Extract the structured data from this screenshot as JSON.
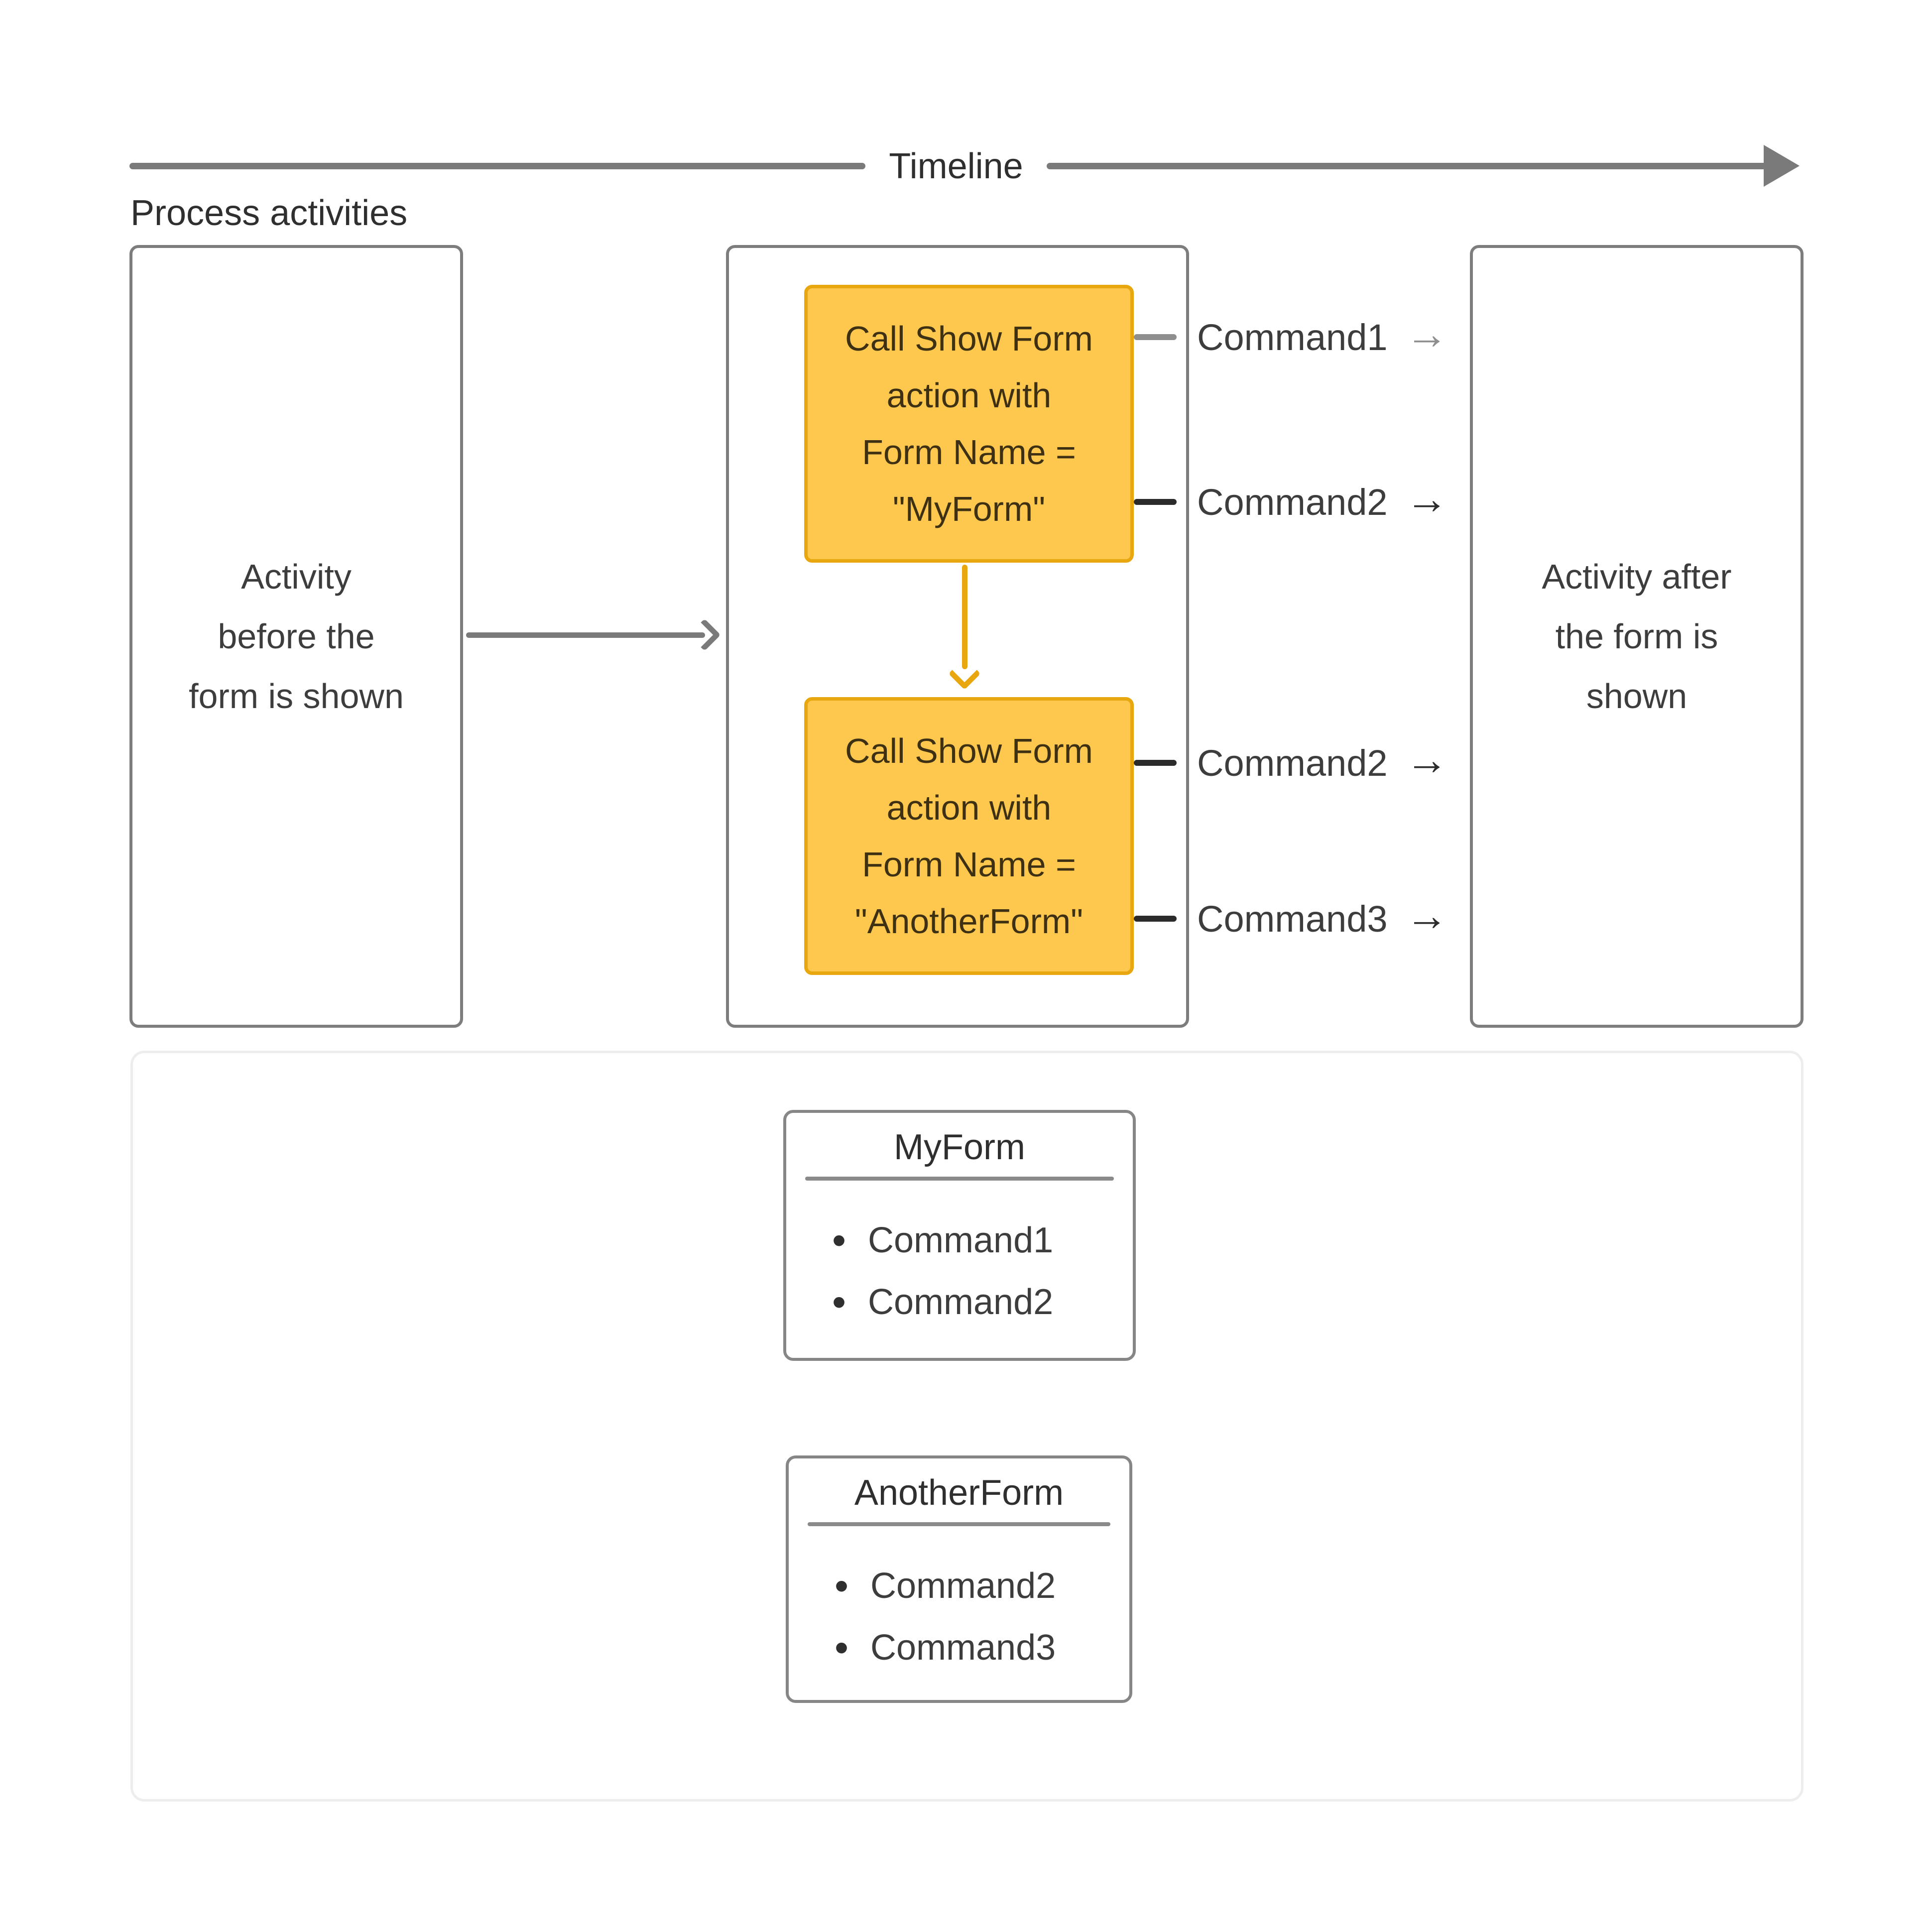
{
  "diagram": {
    "timeline_label": "Timeline",
    "process_activities_label": "Process activities"
  },
  "lanes": {
    "before": {
      "text": "Activity\nbefore the\nform is shown"
    },
    "after": {
      "text": "Activity after\nthe form is\nshown"
    },
    "actions": [
      {
        "text": "Call Show Form\naction with\nForm Name =\n\"MyForm\""
      },
      {
        "text": "Call Show Form\naction with\nForm Name =\n\"AnotherForm\""
      }
    ]
  },
  "commands": [
    {
      "label": "Command1",
      "emphasis": "muted"
    },
    {
      "label": "Command2",
      "emphasis": "strong"
    },
    {
      "label": "Command2",
      "emphasis": "strong"
    },
    {
      "label": "Command3",
      "emphasis": "strong"
    }
  ],
  "forms": [
    {
      "title": "MyForm",
      "items": [
        "Command1",
        "Command2"
      ]
    },
    {
      "title": "AnotherForm",
      "items": [
        "Command2",
        "Command3"
      ]
    }
  ],
  "glyphs": {
    "arrow": "→",
    "bullet": "•"
  },
  "colors": {
    "orange-fill": "#FDC84D",
    "orange-border": "#E8A70F",
    "orange-text": "#3E3113",
    "line-gray": "#7A7A7A",
    "border-gray": "#7D7D7D",
    "card-border": "#868686",
    "panel-border": "#EDEDED",
    "connector-muted": "#8E8E8E",
    "connector-strong": "#2B2B2B",
    "text-dark": "#2F2F2F",
    "text-box": "#3D3D3D",
    "page-bg": "#FFFFFF"
  }
}
